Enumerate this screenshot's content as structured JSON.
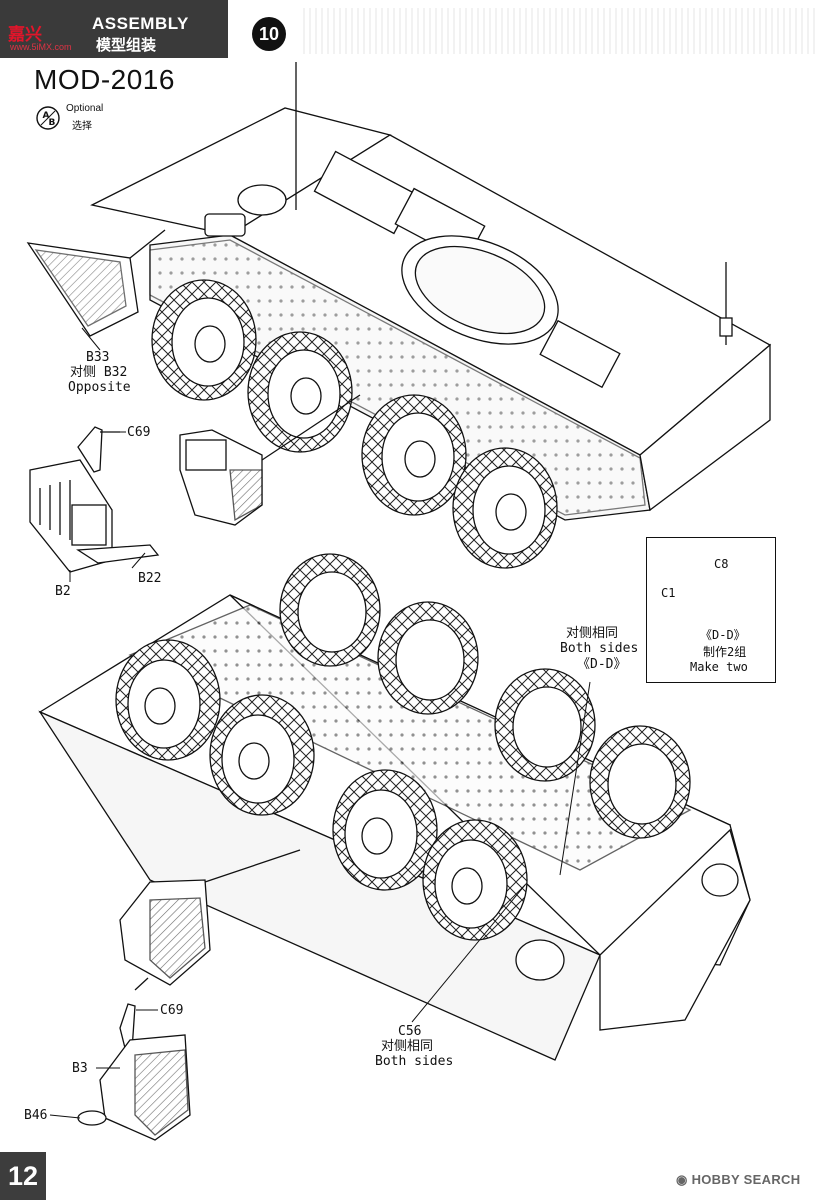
{
  "header": {
    "watermark_logo": "嘉兴",
    "watermark_url": "www.5iMX.com",
    "section_title": "ASSEMBLY",
    "section_subtitle": "模型组装"
  },
  "step_number": "10",
  "model_title": "MOD-2016",
  "optional": {
    "label_en": "Optional",
    "label_cn": "选择",
    "icon": "a-b-optional-icon"
  },
  "callouts": {
    "b33": "B33",
    "b33_note_cn": "对侧 B32",
    "b33_note_en": "Opposite",
    "c69_top": "C69",
    "b2": "B2",
    "b22": "B22",
    "inset_c8": "C8",
    "inset_c1": "C1",
    "inset_dd": "《D-D》",
    "inset_make_cn": "制作2组",
    "inset_make_en": "Make two",
    "both_sides_cn_top": "对侧相同",
    "both_sides_en_top": "Both sides",
    "dd_ref": "《D-D》",
    "c56": "C56",
    "both_sides_cn_bottom": "对侧相同",
    "both_sides_en_bottom": "Both sides",
    "c69_bottom": "C69",
    "b3": "B3",
    "b46": "B46"
  },
  "page_number": "12",
  "footer": {
    "brand": "HOBBY SEARCH",
    "icon": "hobby-search-logo-icon"
  }
}
